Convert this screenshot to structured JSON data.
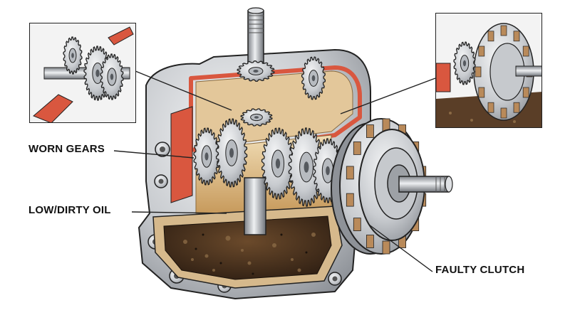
{
  "labels": {
    "worn_gears": "WORN GEARS",
    "low_dirty_oil": "LOW/DIRTY OIL",
    "faulty_clutch": "FAULTY CLUTCH"
  },
  "colors": {
    "housing_metal": "#d9dadc",
    "gasket_red": "#d9573f",
    "oil_dark": "#3b2a1c",
    "gear_steel": "#9a9ea3",
    "clutch_friction": "#b98a5a",
    "outline": "#222222"
  }
}
